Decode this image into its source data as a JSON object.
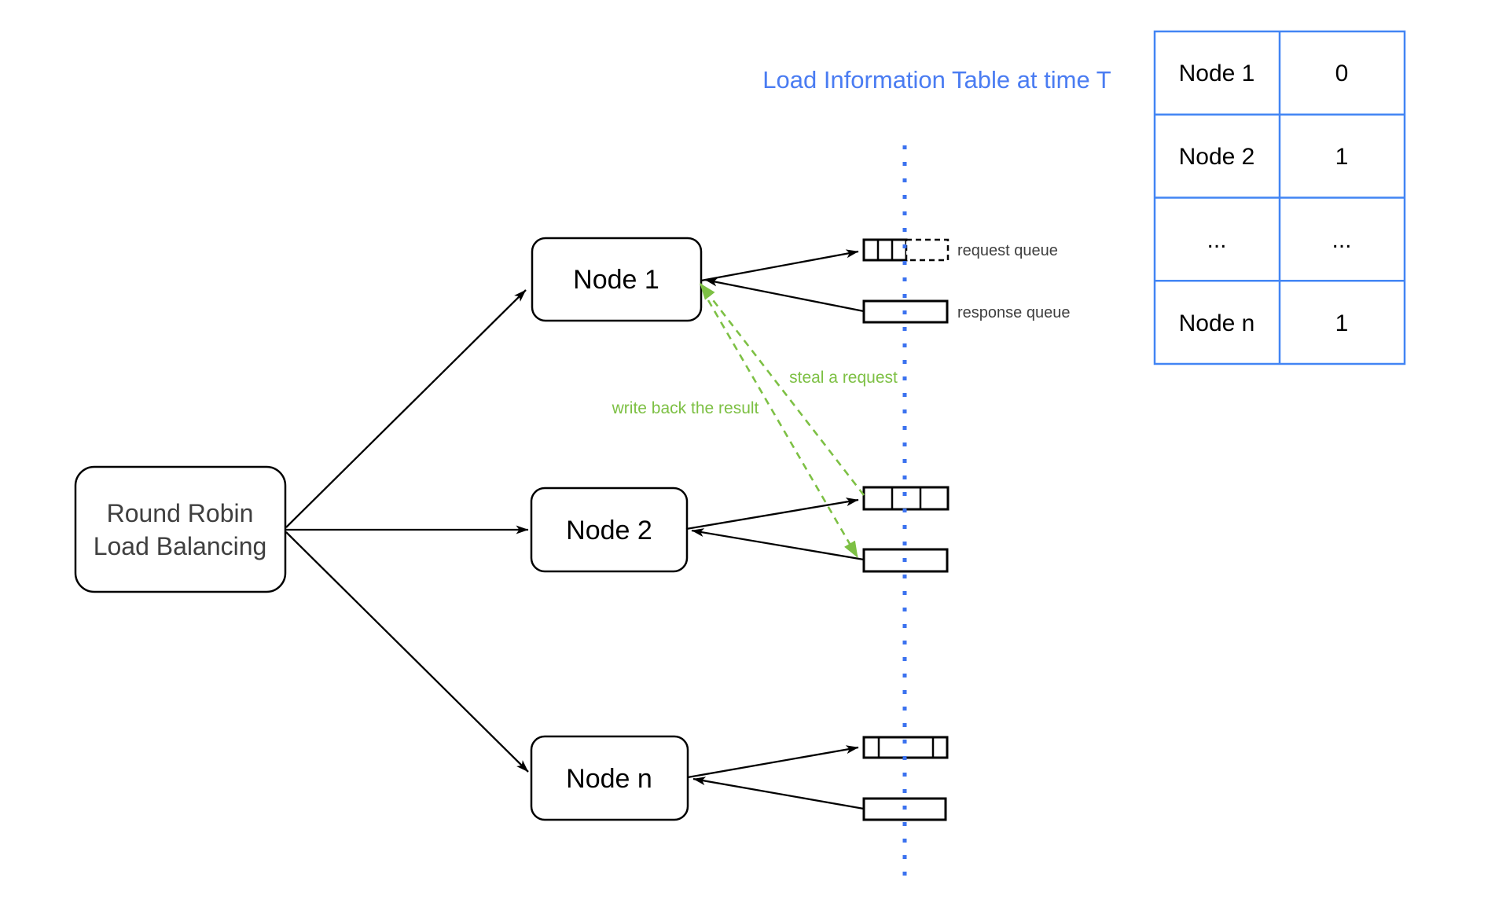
{
  "diagram": {
    "title": "Load Information Table at time T",
    "load_balancer": {
      "line1": "Round Robin",
      "line2": "Load Balancing"
    },
    "nodes": {
      "node1": "Node 1",
      "node2": "Node 2",
      "noden": "Node n"
    },
    "queue_labels": {
      "request": "request queue",
      "response": "response queue"
    },
    "annotations": {
      "steal": "steal a request",
      "write_back": "write back the result"
    },
    "table": {
      "rows": [
        {
          "node": "Node 1",
          "load": "0"
        },
        {
          "node": "Node 2",
          "load": "1"
        },
        {
          "node": "...",
          "load": "..."
        },
        {
          "node": "Node n",
          "load": "1"
        }
      ]
    },
    "colors": {
      "blue": "#4285F4",
      "title_blue": "#4A7CF2",
      "dot_blue": "#3B72EF",
      "green": "#7DC044",
      "black": "#000000",
      "gray_text": "#3F3F3F"
    }
  }
}
